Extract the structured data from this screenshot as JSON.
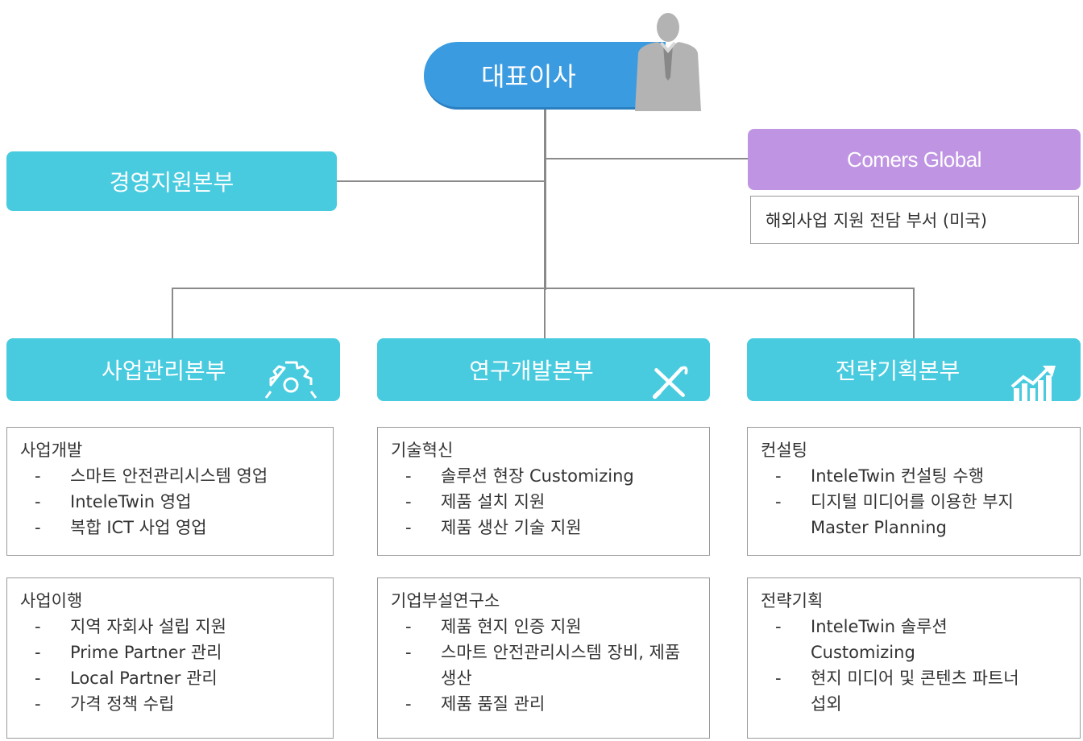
{
  "ceo": {
    "label": "대표이사",
    "icon": "person-silhouette-icon"
  },
  "management_support": {
    "label": "경영지원본부"
  },
  "global": {
    "label": "Comers Global",
    "description": "해외사업 지원 전담 부서 (미국)"
  },
  "divisions": [
    {
      "label": "사업관리본부",
      "icon": "gear-icon",
      "groups": [
        {
          "title": "사업개발",
          "items": [
            "스마트 안전관리시스템 영업",
            "InteleTwin 영업",
            "복합 ICT 사업 영업"
          ]
        },
        {
          "title": "사업이행",
          "items": [
            "지역 자회사 설립 지원",
            "Prime Partner 관리",
            "Local Partner 관리",
            "가격 정책 수립"
          ]
        }
      ]
    },
    {
      "label": "연구개발본부",
      "icon": "tools-icon",
      "groups": [
        {
          "title": "기술혁신",
          "items": [
            "솔루션 현장 Customizing",
            "제품 설치 지원",
            "제품 생산 기술 지원"
          ]
        },
        {
          "title": "기업부설연구소",
          "items": [
            "제품 현지 인증 지원",
            "스마트 안전관리시스템 장비, 제품 생산",
            "제품 품질 관리"
          ]
        }
      ]
    },
    {
      "label": "전략기획본부",
      "icon": "growth-chart-icon",
      "groups": [
        {
          "title": "컨설팅",
          "items": [
            "InteleTwin 컨설팅 수행",
            "디지털 미디어를 이용한 부지 Master Planning"
          ]
        },
        {
          "title": "전략기획",
          "items": [
            "InteleTwin 솔루션 Customizing",
            "현지 미디어 및 콘텐츠 파트너 섭외"
          ]
        }
      ]
    }
  ],
  "colors": {
    "ceo": "#3a9be0",
    "division": "#48cbdf",
    "global": "#bf95e3",
    "connector": "#8a8a8a"
  }
}
